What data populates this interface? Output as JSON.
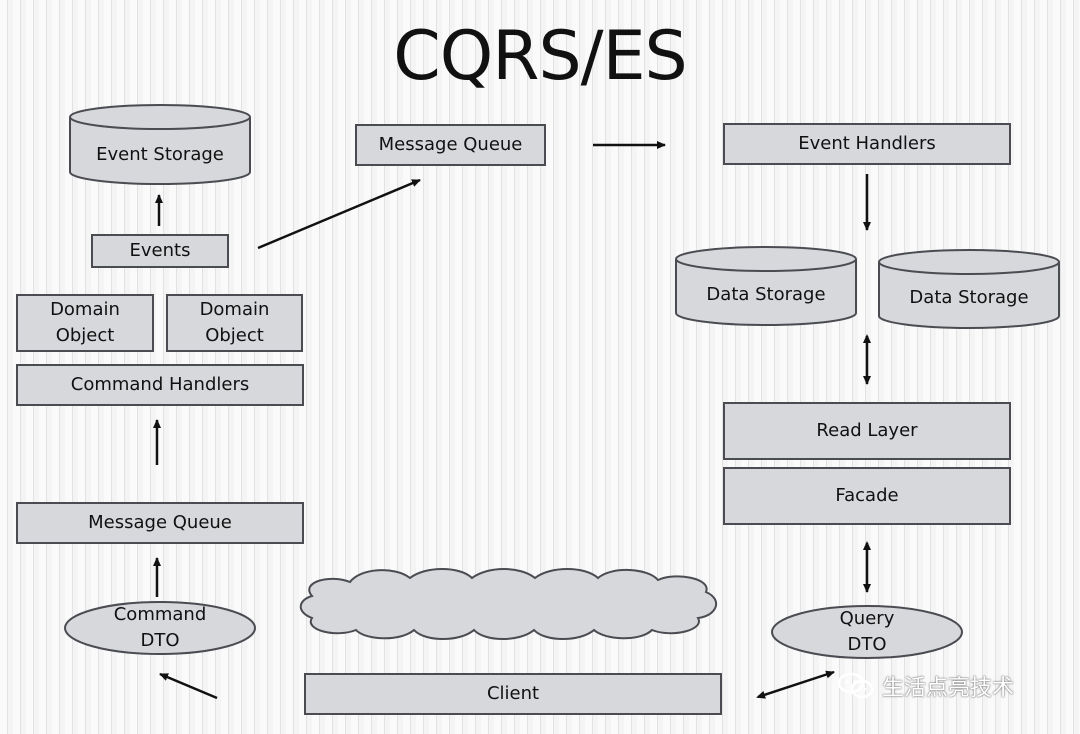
{
  "title": "CQRS/ES",
  "nodes": {
    "event_storage": "Event Storage",
    "events": "Events",
    "domain_object_1": [
      "Domain",
      "Object"
    ],
    "domain_object_2": [
      "Domain",
      "Object"
    ],
    "command_handlers": "Command Handlers",
    "message_queue_left": "Message Queue",
    "command_dto": [
      "Command",
      "DTO"
    ],
    "message_queue_top": "Message Queue",
    "event_handlers": "Event Handlers",
    "data_storage_1": "Data Storage",
    "data_storage_2": "Data Storage",
    "read_layer": "Read Layer",
    "facade": "Facade",
    "query_dto": [
      "Query",
      "DTO"
    ],
    "client": "Client"
  },
  "watermark": {
    "text": "生活点亮技术",
    "icon": "wechat-icon"
  },
  "colors": {
    "box_fill": "#d7d8dc",
    "box_border": "#4a4c52",
    "arrow": "#111111"
  }
}
